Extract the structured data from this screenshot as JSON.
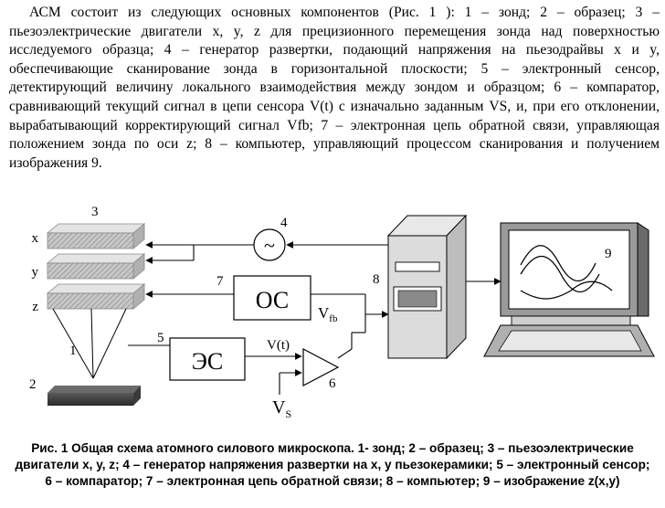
{
  "paragraph": {
    "text": "АСМ состоит из следующих основных компонентов (Рис. 1 ): 1 – зонд; 2 – образец; 3 – пьезоэлектрические двигатели x, y, z для прецизионного перемещения зонда над поверхностью исследуемого образца; 4 – генератор развертки, подающий напряжения на пьезодрайвы x и y, обеспечивающие сканирование зонда в горизонтальной плоскости; 5 – электронный сенсор, детектирующий величину локального взаимодействия между зондом и образцом; 6 – компаратор, сравнивающий текущий сигнал в цепи сенсора V(t) с изначально заданным VS, и, при его отклонении, вырабатывающий корректирующий сигнал Vfb; 7 – электронная цепь обратной связи, управляющая положением зонда по оси z; 8 – компьютер, управляющий процессом сканирования и получением изображения 9."
  },
  "figure": {
    "num_piezo": "3",
    "axis_x": "x",
    "axis_y": "y",
    "axis_z": "z",
    "num_generator": "4",
    "generator_symbol": "~",
    "num_feedback": "7",
    "feedback_label": "ОС",
    "vfb_main": "V",
    "vfb_sub": "fb",
    "num_computer": "8",
    "num_image": "9",
    "num_probe": "1",
    "num_sample": "2",
    "num_sensor": "5",
    "sensor_label": "ЭС",
    "vt_label": "V(t)",
    "num_comparator": "6",
    "vs_main": "V",
    "vs_sub": "S"
  },
  "caption": {
    "text": "Рис. 1   Общая схема   атомного   силового    микроскопа. 1- зонд; 2 – образец; 3 – пьезоэлектрические двигатели x, y, z; 4 – генератор напряжения развертки на x, y пьезокерамики; 5 – электронный сенсор; 6 – компаратор; 7 – электронная цепь обратной связи; 8 – компьютер; 9 – изображение z(x,y)"
  }
}
